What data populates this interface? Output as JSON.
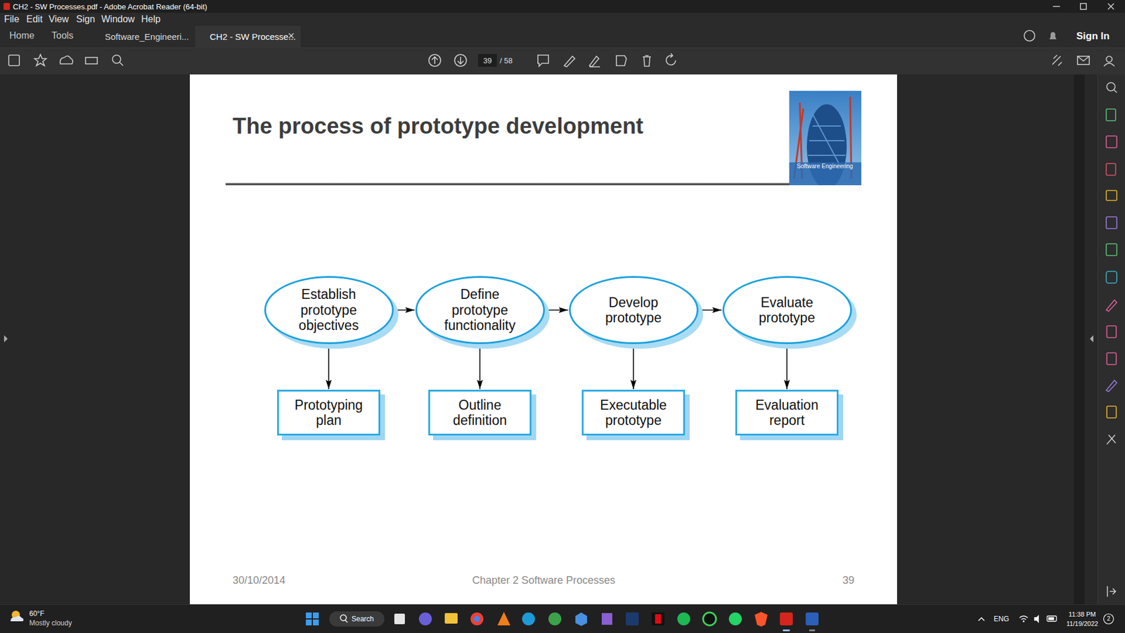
{
  "diagram": {
    "title": "The process of prototype development",
    "nodes": [
      {
        "text": [
          "Establish prototype objectives"
        ]
      },
      {
        "text": [
          "Define prototype functionality"
        ]
      },
      {
        "text": [
          "Develop prototype"
        ]
      },
      {
        "text": [
          "Evaluate prototype"
        ]
      },
      {
        "text": [
          "Prototyping plan"
        ]
      },
      {
        "text": [
          "Outline definition"
        ]
      },
      {
        "text": [
          "Executable prototype"
        ]
      },
      {
        "text": [
          "Evaluation report"
        ]
      }
    ],
    "edges": [
      {
        "from": 0,
        "to": 1,
        "arrow": "to"
      },
      {
        "from": 1,
        "to": 2,
        "arrow": "to"
      },
      {
        "from": 2,
        "to": 3,
        "arrow": "to"
      },
      {
        "from": 0,
        "to": 4,
        "arrow": "to"
      },
      {
        "from": 1,
        "to": 5,
        "arrow": "to"
      },
      {
        "from": 2,
        "to": 6,
        "arrow": "to"
      },
      {
        "from": 3,
        "to": 7,
        "arrow": "to"
      }
    ],
    "labels": [
      "CH2 - SW Processes.pdf - Adobe Acrobat Reader (64-bit)",
      "File",
      "Edit",
      "View",
      "Sign",
      "Window",
      "Help",
      "Home",
      "Tools",
      "Software_Engineeri...",
      "CH2 - SW Processe...",
      "Sign In",
      "39",
      "/ 58",
      "Software Engineering",
      "30/10/2014",
      "Chapter 2 Software Processes",
      "39",
      "60°F",
      "Mostly cloudy",
      "Search",
      "ENG",
      "11:38 PM",
      "11/19/2022",
      "2"
    ]
  }
}
